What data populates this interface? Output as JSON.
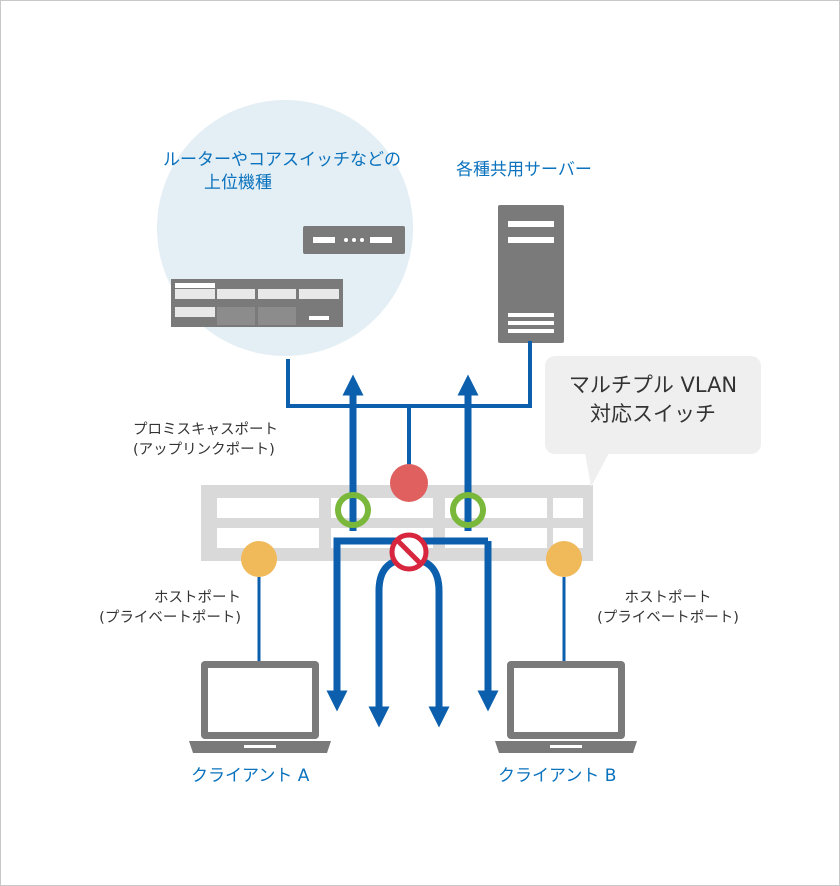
{
  "labels": {
    "upper_devices": [
      "ルーターやコアスイッチなどの",
      "上位機種"
    ],
    "servers": "各種共用サーバー",
    "switch_line1": "マルチプル VLAN",
    "switch_line2": "対応スイッチ",
    "promiscuous_line1": "プロミスキャスポート",
    "promiscuous_line2": "(アップリンクポート)",
    "host_left_line1": "ホストポート",
    "host_left_line2": "(プライベートポート)",
    "host_right_line1": "ホストポート",
    "host_right_line2": "(プライベートポート)",
    "client_a": "クライアント A",
    "client_b": "クライアント B"
  },
  "colors": {
    "link_blue": "#0b5fad",
    "text_blue": "#0b72bd",
    "promiscuous_port": "#e06060",
    "allowed_port": "#79b83a",
    "host_port": "#f0b95a",
    "blocked": "#d7263d",
    "device_gray": "#7a7a7a",
    "switch_gray": "#d9d9d9",
    "cloud_fill": "#e3eef5"
  },
  "icons": [
    "router-icon",
    "core-switch-icon",
    "server-icon",
    "switch-icon",
    "laptop-icon",
    "prohibited-icon"
  ]
}
